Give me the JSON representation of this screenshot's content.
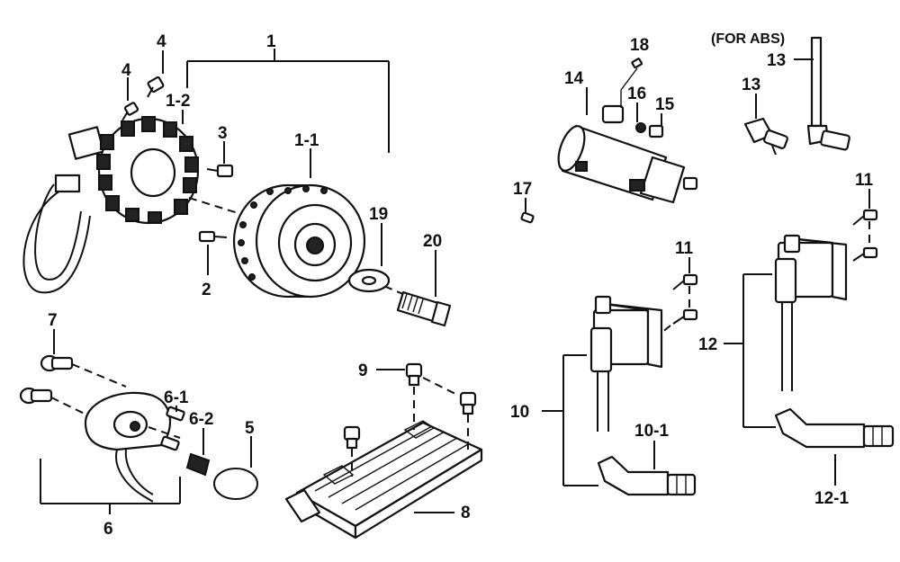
{
  "labels": {
    "p1": "1",
    "p1_1": "1-1",
    "p1_2": "1-2",
    "p2": "2",
    "p3": "3",
    "p4a": "4",
    "p4b": "4",
    "p5": "5",
    "p6": "6",
    "p6_1": "6-1",
    "p6_2": "6-2",
    "p7": "7",
    "p8": "8",
    "p9": "9",
    "p10": "10",
    "p10_1": "10-1",
    "p11a": "11",
    "p11b": "11",
    "p12": "12",
    "p12_1": "12-1",
    "p13a": "13",
    "p13b": "13",
    "p14": "14",
    "p15": "15",
    "p16": "16",
    "p17": "17",
    "p18": "18",
    "p19": "19",
    "p20": "20",
    "abs_note": "(FOR ABS)"
  }
}
